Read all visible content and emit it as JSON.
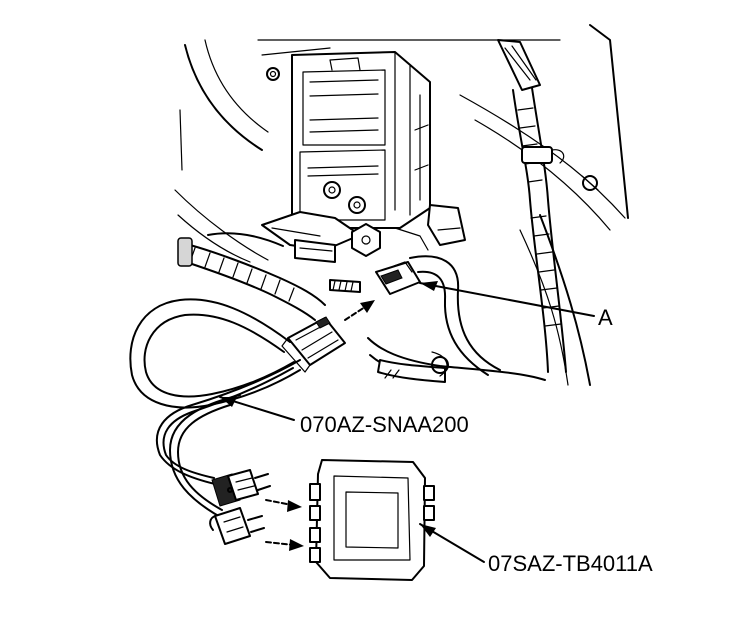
{
  "callouts": {
    "connector": "A",
    "harness": "070AZ-SNAA200",
    "box": "07SAZ-TB4011A"
  },
  "colors": {
    "line": "#000000",
    "background": "#ffffff",
    "shade": "#d6d6d6"
  }
}
